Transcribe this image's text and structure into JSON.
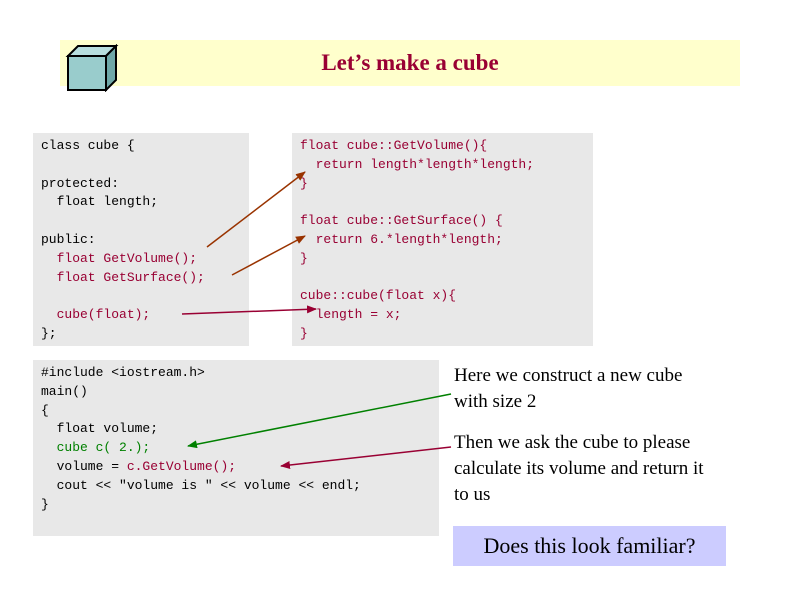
{
  "title": "Let’s make a cube",
  "class_decl": {
    "line1": "class cube {",
    "line2": "protected:",
    "line3": "  float length;",
    "line4": "public:",
    "line5": "  float GetVolume();",
    "line6": "  float GetSurface();",
    "line7": "  cube(float);",
    "line8": "};"
  },
  "methods": {
    "line1": "float cube::GetVolume(){",
    "line2": "  return length*length*length;",
    "line3": "}",
    "line4": "float cube::GetSurface() {",
    "line5": "  return 6.*length*length;",
    "line6": "}",
    "line7": "cube::cube(float x){",
    "line8": "  length = x;",
    "line9": "}"
  },
  "main_code": {
    "line1": "#include <iostream.h>",
    "line2": "main()",
    "line3": "{",
    "line4": "  float volume;",
    "line5": "  cube c( 2.);",
    "line6a": "  volume = ",
    "line6b": "c.GetVolume();",
    "line7": "  cout << \"volume is \" << volume << endl;",
    "line8": "}"
  },
  "notes": {
    "construct_1": "Here we construct a new cube",
    "construct_2": "with size 2",
    "volume_1": "Then we ask the cube to please",
    "volume_2": "calculate its volume and return it",
    "volume_3": "to us"
  },
  "question": "Does this look familiar?",
  "colors": {
    "title": "#990033",
    "title_bg": "#ffffcc",
    "code_bg": "#e8e8e8",
    "question_bg": "#ccccff",
    "cube_face": "#99cccc",
    "arrow_brown": "#993300",
    "arrow_green": "#008000",
    "arrow_maroon": "#990033"
  }
}
